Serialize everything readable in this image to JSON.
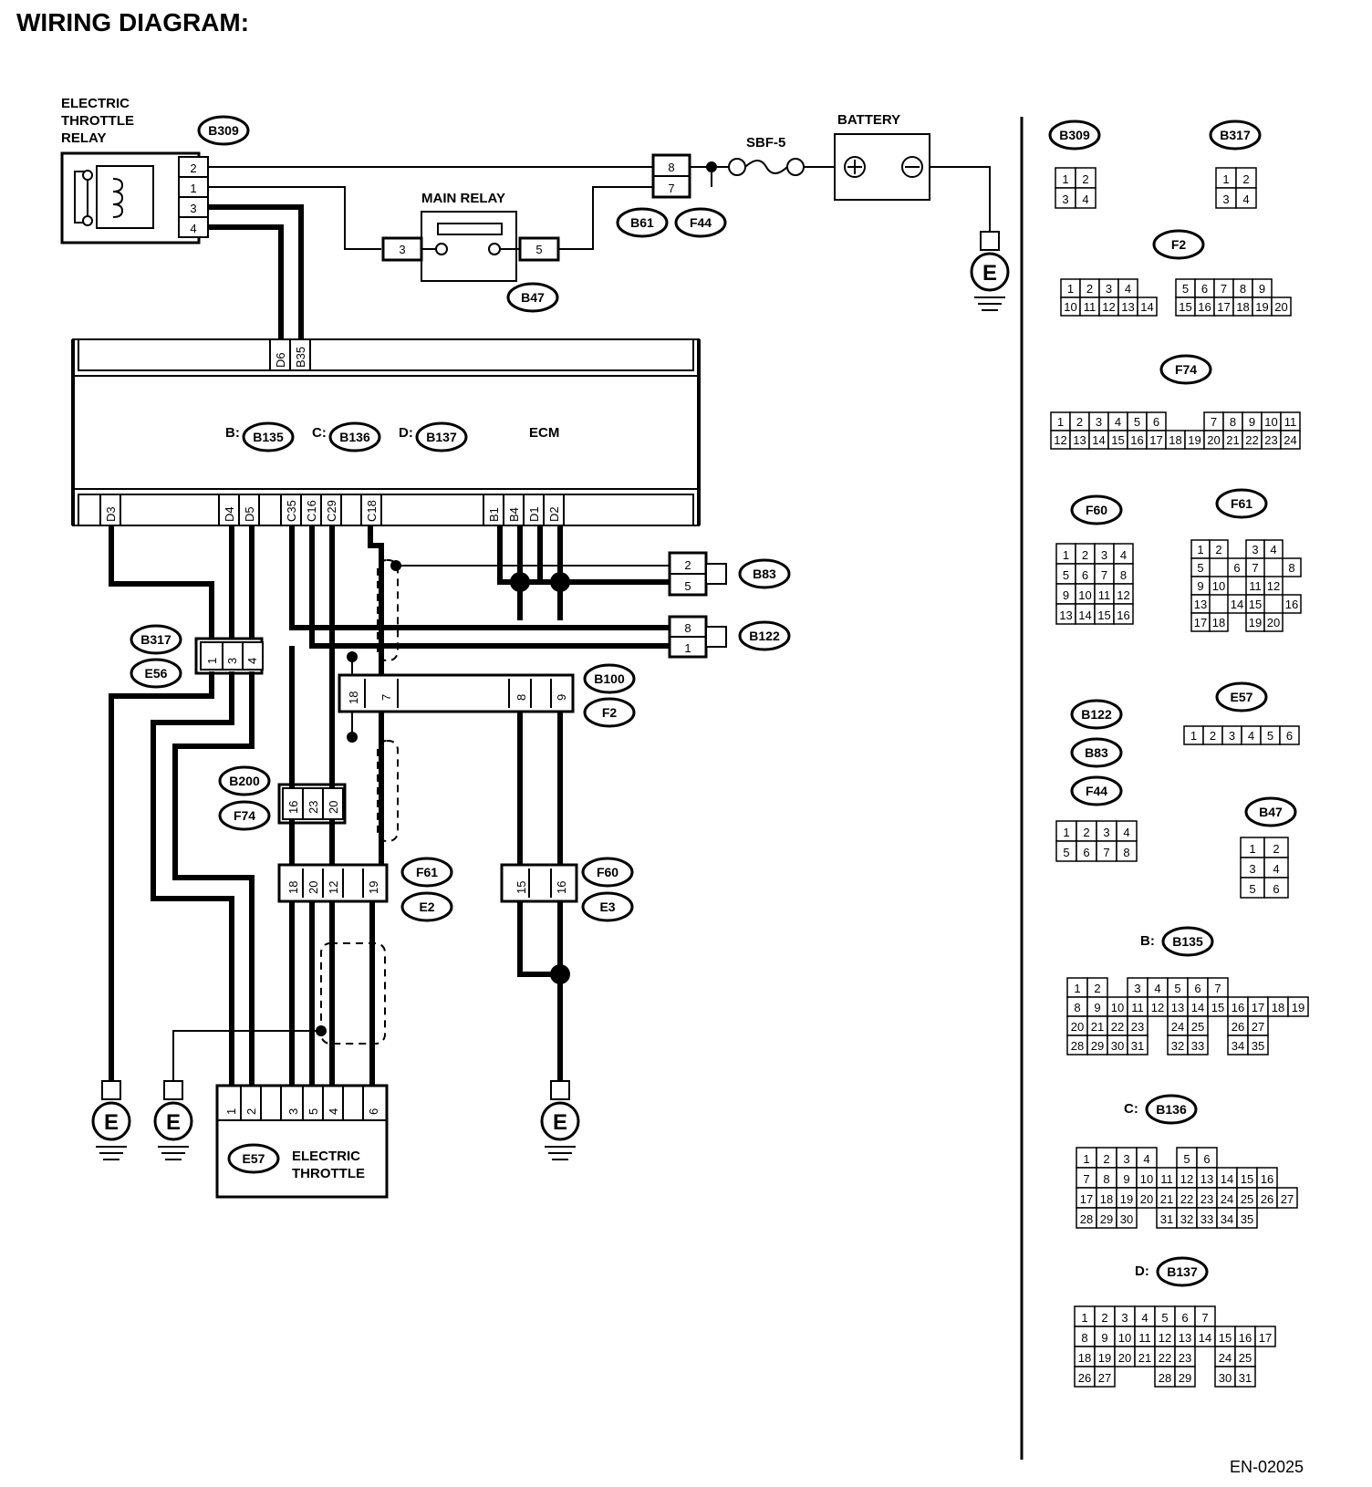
{
  "title": "WIRING DIAGRAM:",
  "footer_code": "EN-02025",
  "components": {
    "electric_throttle_relay": [
      "ELECTRIC",
      "THROTTLE",
      "RELAY"
    ],
    "main_relay": "MAIN RELAY",
    "fuse": "SBF-5",
    "battery": "BATTERY",
    "ecm": "ECM",
    "electric_throttle": [
      "ELECTRIC",
      "THROTTLE"
    ],
    "ground_symbol": "E"
  },
  "ecm_connectors": [
    {
      "letter": "B:",
      "code": "B135"
    },
    {
      "letter": "C:",
      "code": "B136"
    },
    {
      "letter": "D:",
      "code": "B137"
    }
  ],
  "connector_codes": [
    "B309",
    "B61",
    "F44",
    "B47",
    "B317",
    "E56",
    "B83",
    "B122",
    "B100",
    "F2",
    "B200",
    "F74",
    "F61",
    "E2",
    "F60",
    "E3",
    "E57"
  ],
  "relay_pins": [
    "2",
    "1",
    "3",
    "4"
  ],
  "main_relay_pins": [
    "3",
    "5"
  ],
  "b61_pins": [
    "8",
    "7"
  ],
  "ecm_top_pins": [
    "D6",
    "B35"
  ],
  "ecm_bottom_pins": [
    "D3",
    "D4",
    "D5",
    "C35",
    "C16",
    "C29",
    "C18",
    "B1",
    "B4",
    "D1",
    "D2"
  ],
  "b83_pins": [
    "2",
    "5"
  ],
  "b122_pins": [
    "8",
    "1"
  ],
  "b317_pins": [
    "1",
    "3",
    "4"
  ],
  "b100_pins": [
    "18",
    "7",
    "8",
    "9"
  ],
  "b200_pins": [
    "16",
    "23",
    "20"
  ],
  "f61_pins": [
    "18",
    "20",
    "12",
    "19"
  ],
  "f60_pins": [
    "15",
    "16"
  ],
  "e57_pins": [
    "1",
    "2",
    "3",
    "5",
    "4",
    "6"
  ],
  "pinouts": {
    "b309": {
      "code": "B309",
      "rows": [
        [
          "1",
          "2"
        ],
        [
          "3",
          "4"
        ]
      ]
    },
    "b317": {
      "code": "B317",
      "rows": [
        [
          "1",
          "2"
        ],
        [
          "3",
          "4"
        ]
      ]
    },
    "f2": {
      "code": "F2",
      "rows": [
        [
          "1",
          "2",
          "3",
          "4",
          "",
          "",
          "5",
          "6",
          "7",
          "8",
          "9"
        ],
        [
          "10",
          "11",
          "12",
          "13",
          "14",
          "",
          "15",
          "16",
          "17",
          "18",
          "19",
          "20"
        ]
      ]
    },
    "f74": {
      "code": "F74",
      "rows": [
        [
          "1",
          "2",
          "3",
          "4",
          "5",
          "6",
          "",
          "",
          "7",
          "8",
          "9",
          "10",
          "11"
        ],
        [
          "12",
          "13",
          "14",
          "15",
          "16",
          "17",
          "18",
          "19",
          "20",
          "21",
          "22",
          "23",
          "24"
        ]
      ]
    },
    "f60": {
      "code": "F60",
      "rows": [
        [
          "1",
          "2",
          "3",
          "4"
        ],
        [
          "5",
          "6",
          "7",
          "8"
        ],
        [
          "9",
          "10",
          "11",
          "12"
        ],
        [
          "13",
          "14",
          "15",
          "16"
        ]
      ]
    },
    "f61": {
      "code": "F61",
      "rows": [
        [
          "1",
          "2",
          "",
          "3",
          "4"
        ],
        [
          "5",
          "",
          "6",
          "7",
          "",
          "8"
        ],
        [
          "9",
          "10",
          "",
          "11",
          "12"
        ],
        [
          "13",
          "",
          "14",
          "15",
          "",
          "16"
        ],
        [
          "17",
          "18",
          "",
          "19",
          "20"
        ]
      ]
    },
    "e57": {
      "code": "E57",
      "rows": [
        [
          "1",
          "2",
          "3",
          "4",
          "5",
          "6"
        ]
      ]
    },
    "b122_group": {
      "codes": [
        "B122",
        "B83",
        "F44"
      ],
      "rows": [
        [
          "1",
          "2",
          "3",
          "4"
        ],
        [
          "5",
          "6",
          "7",
          "8"
        ]
      ]
    },
    "b47": {
      "code": "B47",
      "rows": [
        [
          "1",
          "2"
        ],
        [
          "3",
          "4"
        ],
        [
          "5",
          "6"
        ]
      ]
    },
    "b135": {
      "prefix": "B:",
      "code": "B135",
      "rows": [
        [
          "1",
          "2",
          "",
          "3",
          "4",
          "5",
          "6",
          "7"
        ],
        [
          "8",
          "9",
          "10",
          "11",
          "12",
          "13",
          "14",
          "15",
          "16",
          "17",
          "18",
          "19"
        ],
        [
          "20",
          "21",
          "22",
          "23",
          "",
          "24",
          "25",
          "",
          "26",
          "27"
        ],
        [
          "28",
          "29",
          "30",
          "31",
          "",
          "32",
          "33",
          "",
          "34",
          "35"
        ]
      ]
    },
    "b136": {
      "prefix": "C:",
      "code": "B136",
      "rows": [
        [
          "1",
          "2",
          "3",
          "4",
          "",
          "5",
          "6"
        ],
        [
          "7",
          "8",
          "9",
          "10",
          "11",
          "12",
          "13",
          "14",
          "15",
          "16"
        ],
        [
          "17",
          "18",
          "19",
          "20",
          "21",
          "22",
          "23",
          "24",
          "25",
          "26",
          "27"
        ],
        [
          "28",
          "29",
          "30",
          "",
          "31",
          "32",
          "33",
          "34",
          "35"
        ]
      ]
    },
    "b137": {
      "prefix": "D:",
      "code": "B137",
      "rows": [
        [
          "1",
          "2",
          "3",
          "4",
          "5",
          "6",
          "7"
        ],
        [
          "8",
          "9",
          "10",
          "11",
          "12",
          "13",
          "14",
          "15",
          "16",
          "17"
        ],
        [
          "18",
          "19",
          "20",
          "21",
          "22",
          "23",
          "",
          "24",
          "25"
        ],
        [
          "26",
          "27",
          "",
          "",
          "28",
          "29",
          "",
          "30",
          "31"
        ]
      ]
    }
  }
}
